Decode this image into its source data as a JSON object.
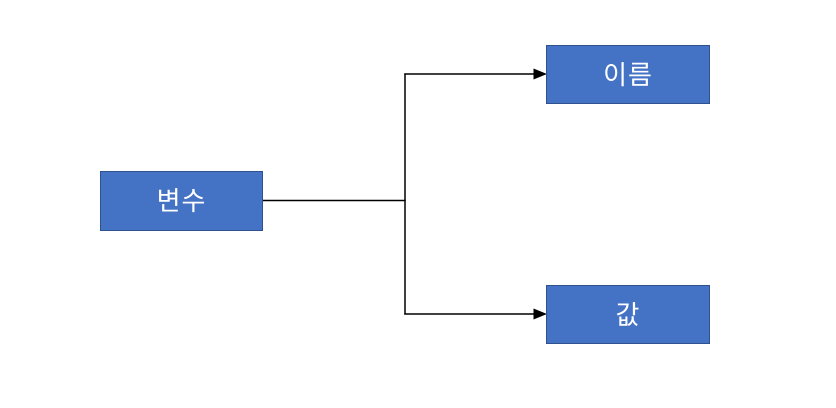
{
  "diagram": {
    "title": "variable decomposition diagram",
    "nodes": {
      "variable": {
        "label": "변수"
      },
      "name": {
        "label": "이름"
      },
      "value": {
        "label": "값"
      }
    },
    "edges": [
      {
        "from": "variable",
        "to": "name",
        "style": "elbow",
        "arrowhead": "triangle"
      },
      {
        "from": "variable",
        "to": "value",
        "style": "elbow",
        "arrowhead": "triangle"
      }
    ],
    "colors": {
      "box_fill": "#4472C4",
      "box_border": "#2F528F",
      "text": "#FFFFFF",
      "connector": "#000000",
      "background": "#FFFFFF"
    }
  }
}
